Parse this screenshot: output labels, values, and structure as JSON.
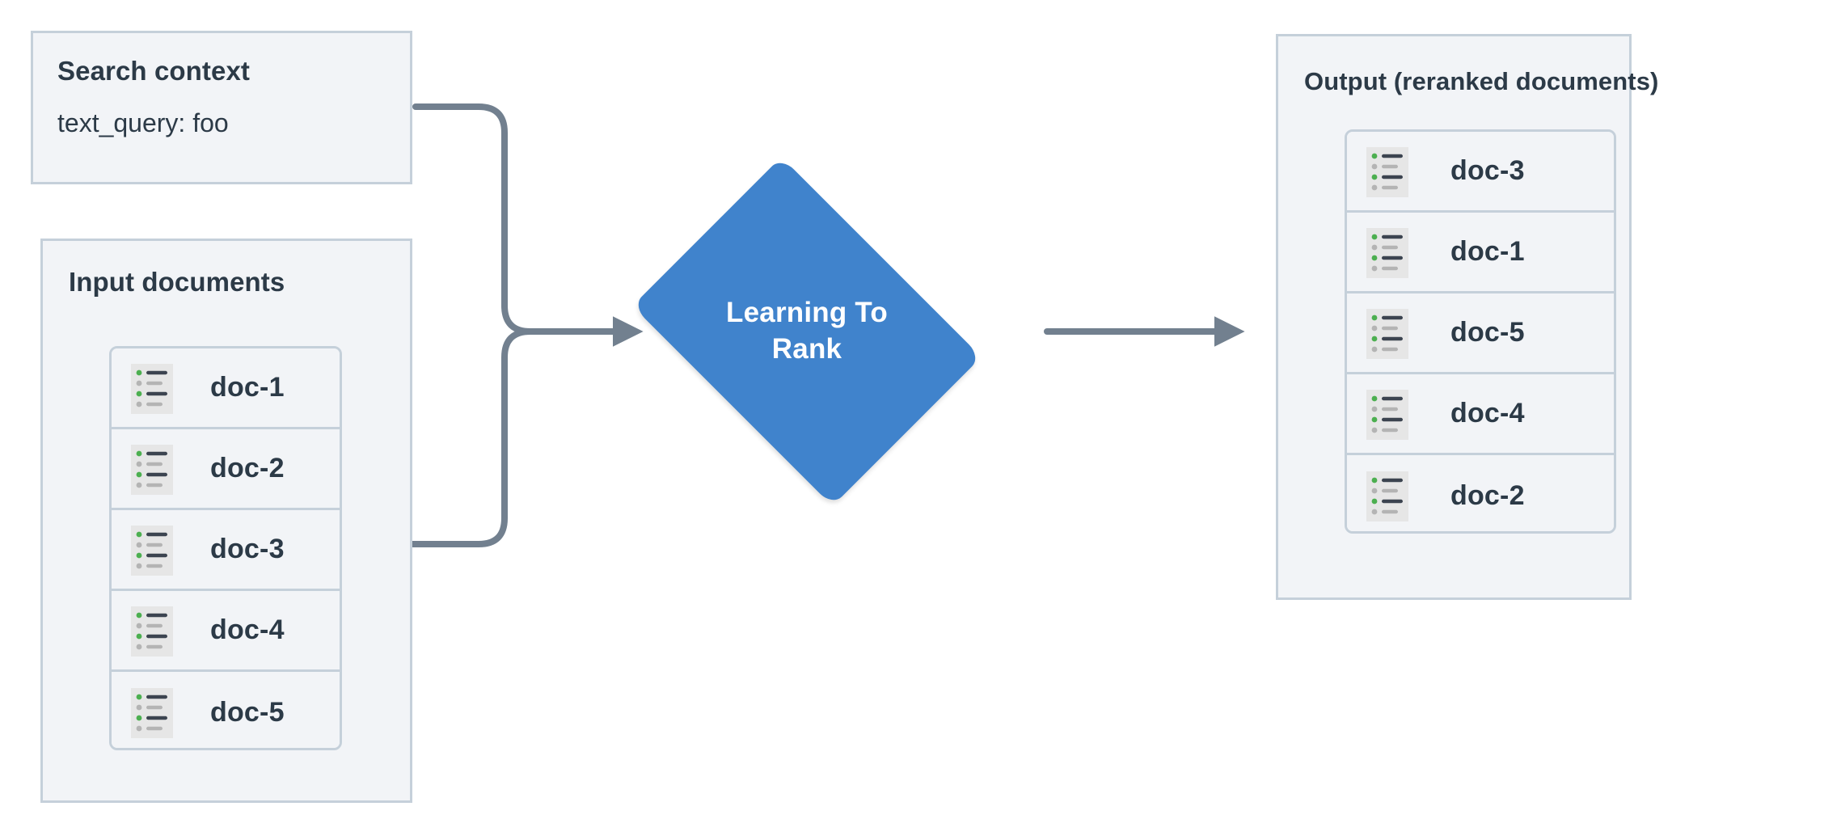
{
  "diagram": {
    "title": "Learning To Rank reranking pipeline",
    "colors": {
      "panel_fill": "#f2f4f7",
      "panel_border": "#c5d0da",
      "text": "#2c3a47",
      "node_fill": "#4083cc",
      "node_text": "#ffffff",
      "edge": "#72808f",
      "icon_bg": "#e6e6e6",
      "icon_accent_green": "#4caf50",
      "icon_line_dark": "#3c4450",
      "icon_line_light": "#b4b4b4"
    }
  },
  "search_context": {
    "title": "Search context",
    "query_line": "text_query: foo"
  },
  "input_documents": {
    "title": "Input documents",
    "docs": [
      {
        "label": "doc-1",
        "icon": "document-list-icon"
      },
      {
        "label": "doc-2",
        "icon": "document-list-icon"
      },
      {
        "label": "doc-3",
        "icon": "document-list-icon"
      },
      {
        "label": "doc-4",
        "icon": "document-list-icon"
      },
      {
        "label": "doc-5",
        "icon": "document-list-icon"
      }
    ]
  },
  "process_node": {
    "label": "Learning To\nRank",
    "shape": "diamond"
  },
  "output_documents": {
    "title": "Output (reranked documents)",
    "docs": [
      {
        "label": "doc-3",
        "icon": "document-list-icon"
      },
      {
        "label": "doc-1",
        "icon": "document-list-icon"
      },
      {
        "label": "doc-5",
        "icon": "document-list-icon"
      },
      {
        "label": "doc-4",
        "icon": "document-list-icon"
      },
      {
        "label": "doc-2",
        "icon": "document-list-icon"
      }
    ]
  },
  "edges": [
    {
      "name": "search-context-to-ltr",
      "from": "search_context",
      "to": "process_node",
      "arrowhead": true
    },
    {
      "name": "input-documents-to-ltr",
      "from": "input_documents",
      "to": "process_node",
      "arrowhead": true
    },
    {
      "name": "ltr-to-output",
      "from": "process_node",
      "to": "output_documents",
      "arrowhead": true
    }
  ]
}
